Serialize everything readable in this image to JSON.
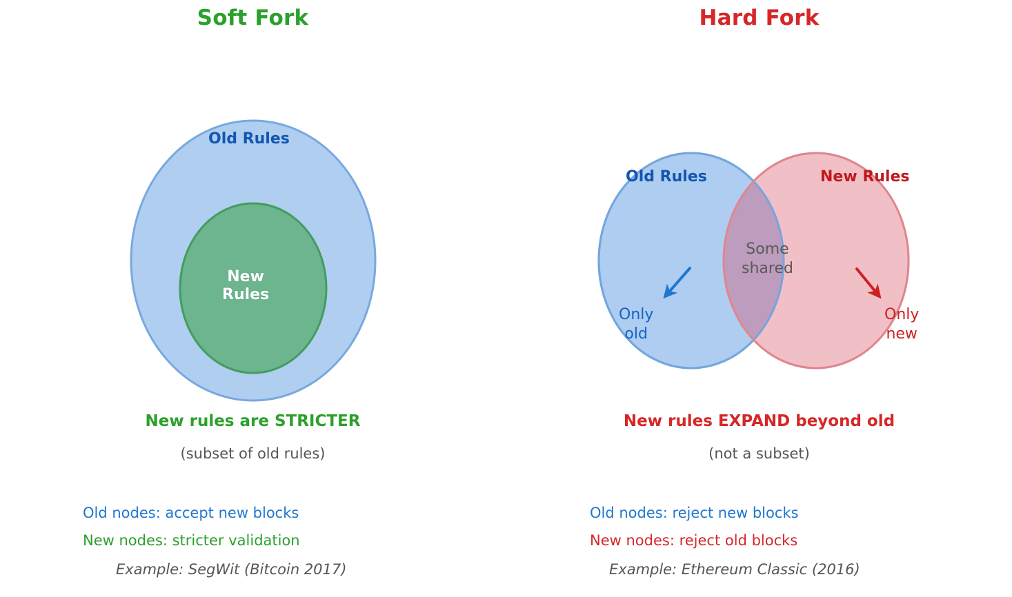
{
  "panels": [
    {
      "title": "Soft Fork",
      "title_color": "#2ca02c",
      "diagram": {
        "kind": "nested-ellipses",
        "outer_label": "Old Rules",
        "outer_label_color": "#1356b0",
        "outer_fill": "#aecdf0",
        "outer_stroke": "#74a6de",
        "inner_label_line1": "New",
        "inner_label_line2": "Rules",
        "inner_label_color": "#ffffff",
        "inner_fill": "#6ab58c",
        "inner_stroke": "#3f9c58"
      },
      "headline": "New rules are STRICTER",
      "headline_color": "#2ca02c",
      "subtitle": "(subset of old rules)",
      "notes": [
        {
          "text": "Old nodes: accept new blocks",
          "color": "#1f77d0"
        },
        {
          "text": "New nodes: stricter validation",
          "color": "#2ca02c"
        }
      ],
      "example": "Example: SegWit (Bitcoin 2017)"
    },
    {
      "title": "Hard Fork",
      "title_color": "#d62728",
      "diagram": {
        "kind": "overlapping-ellipses",
        "left_label": "Old Rules",
        "left_label_color": "#1356b0",
        "left_fill": "#aecdf0",
        "left_stroke": "#74a6de",
        "right_label": "New Rules",
        "right_label_color": "#c0191f",
        "right_fill": "#f0bcc3",
        "right_stroke": "#e0868f",
        "overlap_fill": "#bd9cbd",
        "overlap_label_line1": "Some",
        "overlap_label_line2": "shared",
        "overlap_label_color": "#5a5a5a",
        "only_old_line1": "Only",
        "only_old_line2": "old",
        "only_old_color": "#1464c8",
        "only_new_line1": "Only",
        "only_new_line2": "new",
        "only_new_color": "#cc2222",
        "arrow_left_color": "#1f77d0",
        "arrow_right_color": "#cc2222"
      },
      "headline": "New rules EXPAND beyond old",
      "headline_color": "#d62728",
      "subtitle": "(not a subset)",
      "notes": [
        {
          "text": "Old nodes: reject new blocks",
          "color": "#1f77d0"
        },
        {
          "text": "New nodes: reject old blocks",
          "color": "#d62728"
        }
      ],
      "example": "Example: Ethereum Classic (2016)"
    }
  ]
}
